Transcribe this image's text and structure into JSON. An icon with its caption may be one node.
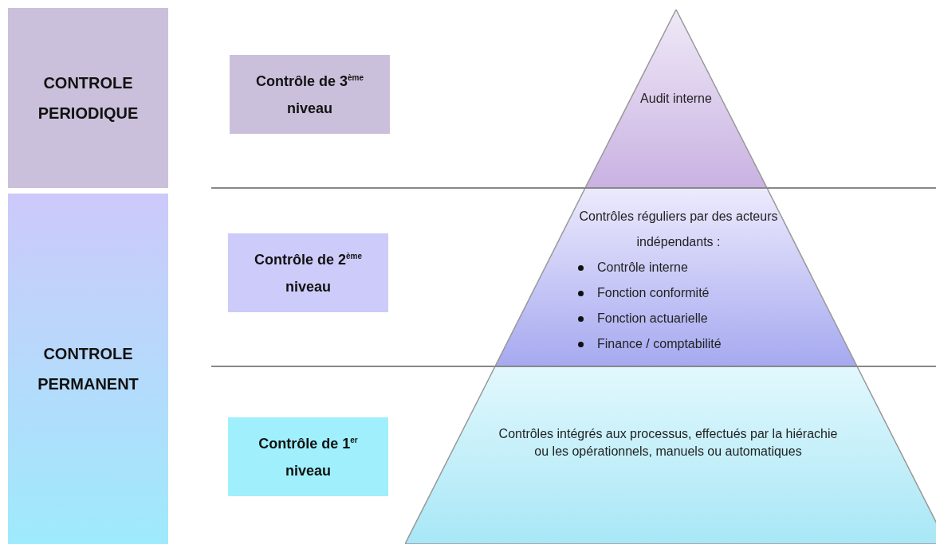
{
  "diagram": {
    "nodes": [
      {
        "text": [
          "CONTROLE PERIODIQUE"
        ]
      },
      {
        "text": [
          "CONTROLE PERMANENT"
        ]
      },
      {
        "text": [
          "Contrôle de 3$^{ème}$ niveau"
        ]
      },
      {
        "text": [
          "Contrôle de 2$^{ème}$ niveau"
        ]
      },
      {
        "text": [
          "Contrôle de 1$^{er}$ niveau"
        ]
      },
      {
        "text": [
          "Audit interne"
        ]
      },
      {
        "text": [
          "Contrôles réguliers par des acteurs indépendants :",
          "Contrôle interne",
          "Fonction conformité",
          "Fonction actuarielle",
          "Finance / comptabilité"
        ]
      },
      {
        "text": [
          "Contrôles intégrés aux processus, effectués par la hiérachie ou les opérationnels, manuels ou automatiques"
        ]
      }
    ],
    "edges": []
  }
}
